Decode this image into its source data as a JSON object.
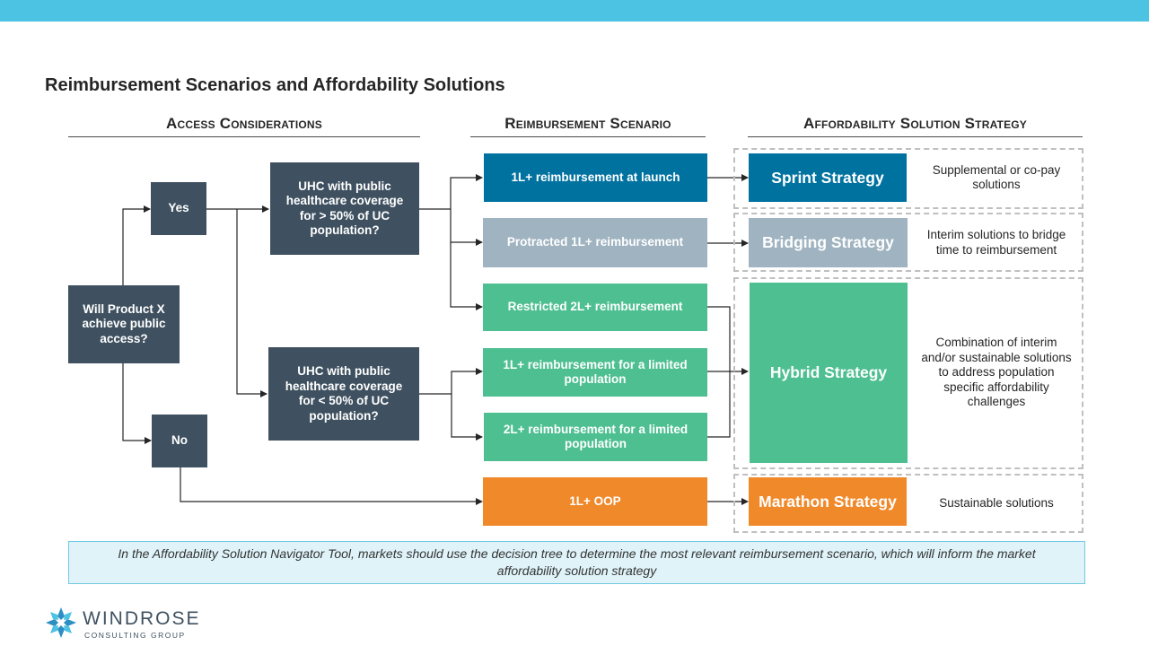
{
  "title": "Reimbursement Scenarios and Affordability Solutions",
  "columns": {
    "access": "Access Considerations",
    "reimbursement": "Reimbursement Scenario",
    "affordability": "Affordability Solution Strategy"
  },
  "decision": {
    "question": "Will Product X achieve public access?",
    "yes": "Yes",
    "no": "No",
    "uhc_high": "UHC with public healthcare coverage for > 50%  of UC population?",
    "uhc_low": "UHC with public healthcare coverage for < 50%  of UC population?"
  },
  "scenarios": {
    "s1": "1L+ reimbursement at launch",
    "s2": "Protracted 1L+ reimbursement",
    "s3": "Restricted 2L+ reimbursement",
    "s4": "1L+ reimbursement for a limited population",
    "s5": "2L+ reimbursement for a limited population",
    "s6": "1L+ OOP"
  },
  "strategies": {
    "sprint": {
      "name": "Sprint Strategy",
      "desc": "Supplemental or co-pay solutions"
    },
    "bridging": {
      "name": "Bridging Strategy",
      "desc": "Interim solutions to bridge time to reimbursement"
    },
    "hybrid": {
      "name": "Hybrid Strategy",
      "desc": "Combination of interim and/or sustainable solutions to address population specific affordability challenges"
    },
    "marathon": {
      "name": "Marathon Strategy",
      "desc": "Sustainable solutions"
    }
  },
  "note": "In the Affordability Solution Navigator Tool, markets should use the decision tree to determine the most relevant reimbursement scenario, which will inform the market affordability solution strategy",
  "logo": {
    "name": "WINDROSE",
    "sub": "CONSULTING GROUP"
  },
  "colors": {
    "dark": "#3f5160",
    "teal": "#0072a0",
    "grey": "#9fb3c1",
    "green": "#4dbf91",
    "orange": "#f0892a",
    "accent": "#4dc3e3"
  }
}
